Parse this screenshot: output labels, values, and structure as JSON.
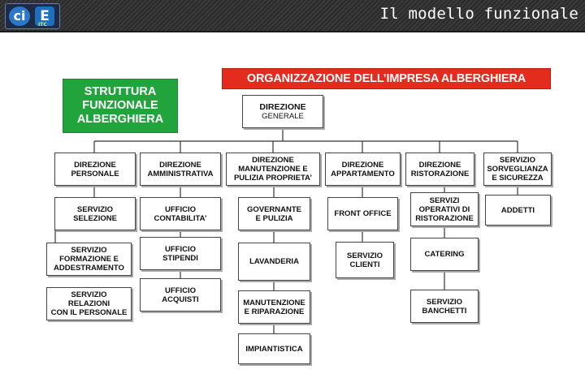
{
  "header": {
    "title": "Il modello funzionale",
    "logo_left_text": "ci",
    "logo_right_text": "E",
    "logo_sub_text": "ITC"
  },
  "titles": {
    "org_title": "ORGANIZZAZIONE DELL’IMPRESA ALBERGHIERA",
    "structure_lines": [
      "STRUTTURA",
      "FUNZIONALE",
      "ALBERGHIERA"
    ]
  },
  "boxes": {
    "direzione_generale": [
      "DIREZIONE",
      "GENERALE"
    ],
    "dir_personale": [
      "DIREZIONE",
      "PERSONALE"
    ],
    "dir_amministrativa": [
      "DIREZIONE",
      "AMMINISTRATIVA"
    ],
    "dir_manutenzione": [
      "DIREZIONE",
      "MANUTENZIONE E",
      "PULIZIA PROPRIETA’"
    ],
    "dir_appartamento": [
      "DIREZIONE",
      "APPARTAMENTO"
    ],
    "dir_ristorazione": [
      "DIREZIONE",
      "RISTORAZIONE"
    ],
    "serv_sorveglianza": [
      "SERVIZIO",
      "SORVEGLIANZA",
      "E SICUREZZA"
    ],
    "serv_selezione": [
      "SERVIZIO",
      "SELEZIONE"
    ],
    "serv_formazione": [
      "SERVIZIO",
      "FORMAZIONE E",
      "ADDESTRAMENTO"
    ],
    "serv_relazioni": [
      "SERVIZIO",
      "RELAZIONI",
      "CON IL PERSONALE"
    ],
    "uff_contabilita": [
      "UFFICIO",
      "CONTABILITA’"
    ],
    "uff_stipendi": [
      "UFFICIO",
      "STIPENDI"
    ],
    "uff_acquisti": [
      "UFFICIO",
      "ACQUISTI"
    ],
    "governante": [
      "GOVERNANTE",
      "E PULIZIA"
    ],
    "lavanderia": [
      "LAVANDERIA"
    ],
    "manutenzione_rip": [
      "MANUTENZIONE",
      "E RIPARAZIONE"
    ],
    "impiantistica": [
      "IMPIANTISTICA"
    ],
    "front_office": [
      "FRONT OFFICE"
    ],
    "serv_clienti": [
      "SERVIZIO",
      "CLIENTI"
    ],
    "serv_operativi": [
      "SERVIZI",
      "OPERATIVI DI",
      "RISTORAZIONE"
    ],
    "catering": [
      "CATERING"
    ],
    "serv_banchetti": [
      "SERVIZIO",
      "BANCHETTI"
    ],
    "addetti": [
      "ADDETTI"
    ]
  }
}
